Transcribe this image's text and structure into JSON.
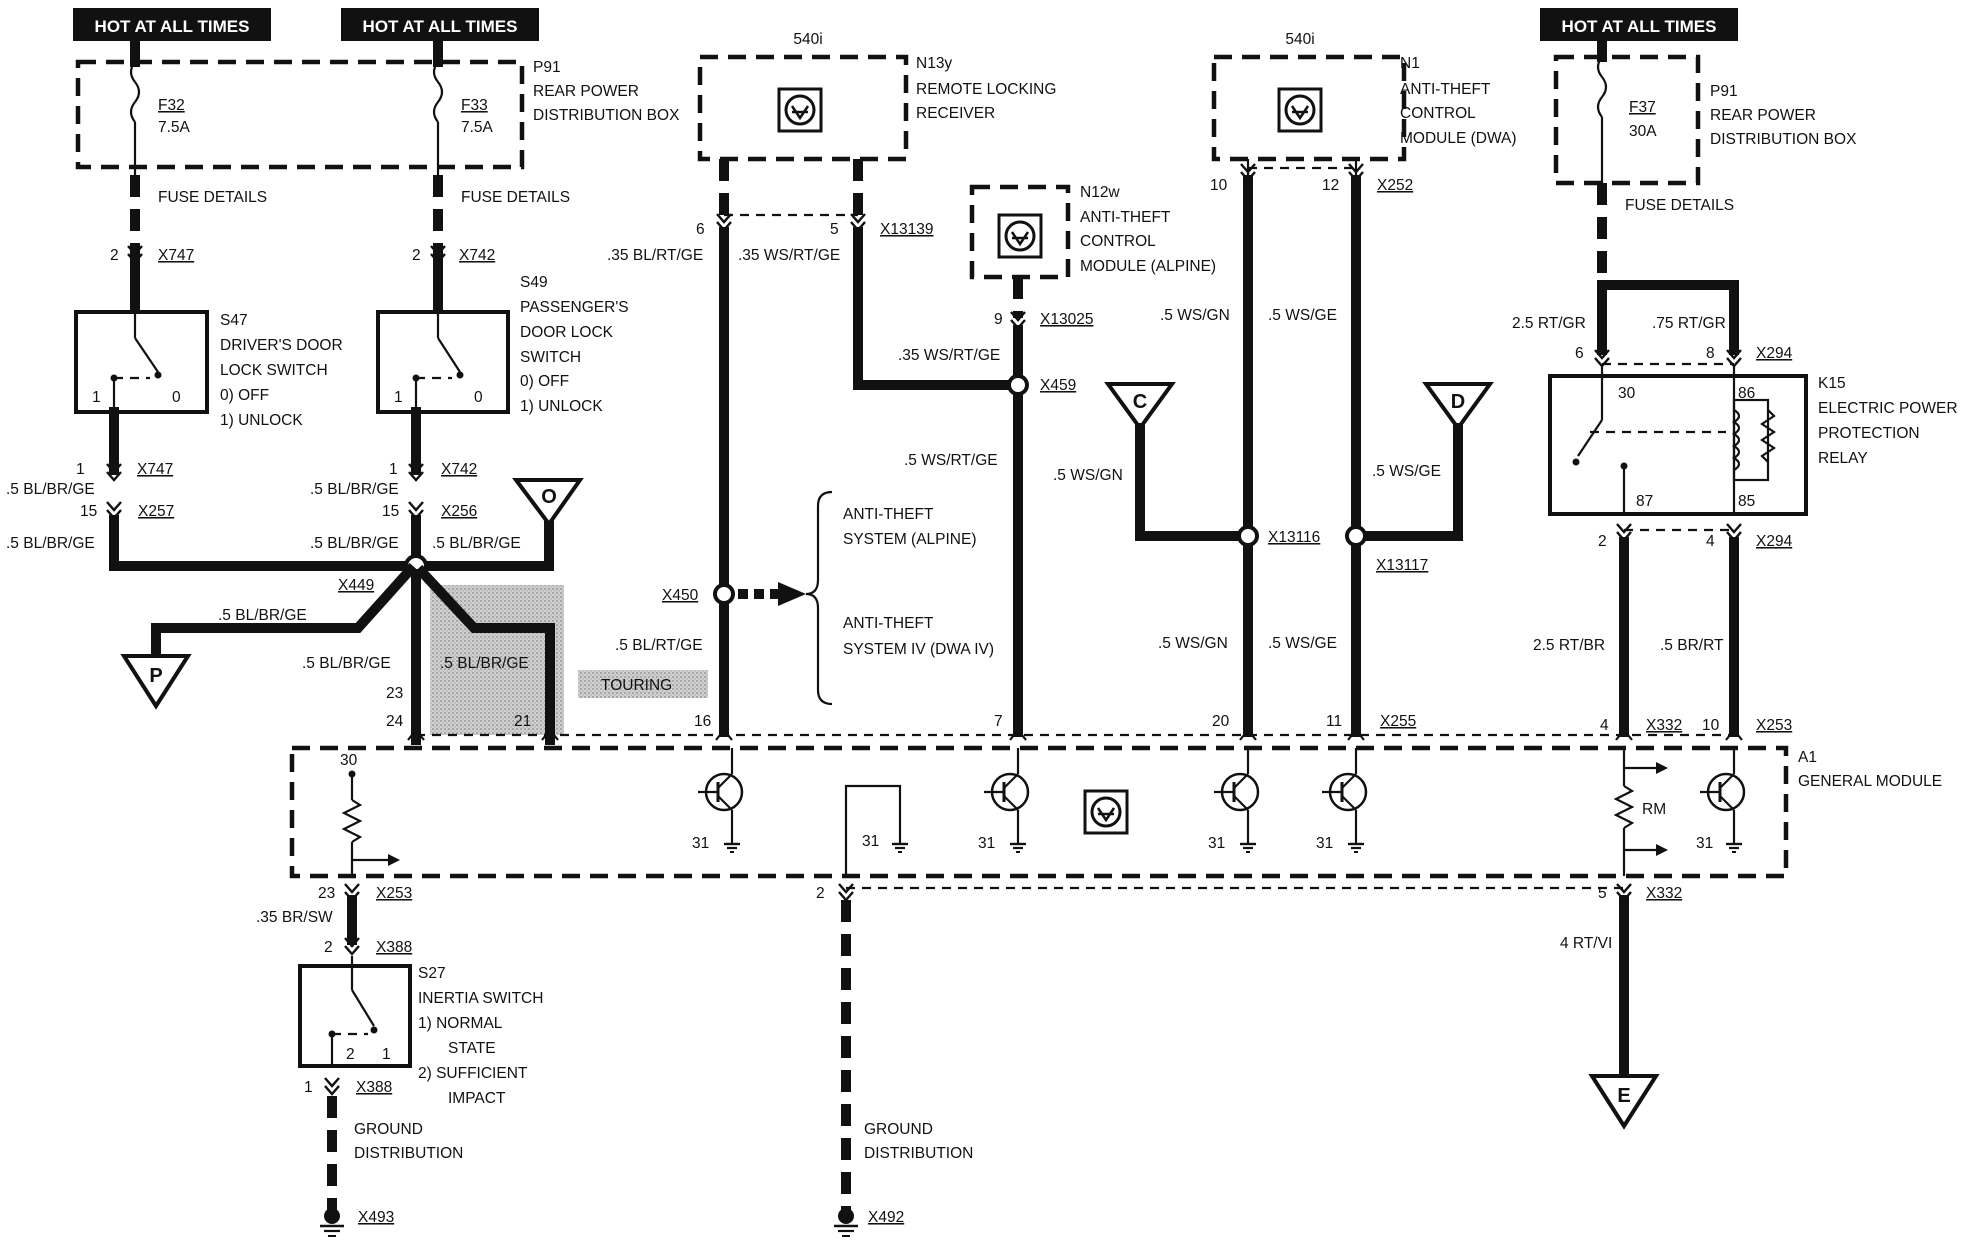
{
  "power": {
    "hot_left1": "HOT AT ALL TIMES",
    "hot_left2": "HOT AT ALL TIMES",
    "hot_right": "HOT AT ALL TIMES"
  },
  "fuse_box_left": {
    "fuse1_name": "F32",
    "fuse1_rating": "7.5A",
    "fuse2_name": "F33",
    "fuse2_rating": "7.5A",
    "code": "P91",
    "line1": "REAR POWER",
    "line2": "DISTRIBUTION BOX",
    "details1": "FUSE DETAILS",
    "details2": "FUSE DETAILS"
  },
  "fuse_box_right": {
    "fuse_name": "F37",
    "fuse_rating": "30A",
    "code": "P91",
    "line1": "REAR POWER",
    "line2": "DISTRIBUTION BOX",
    "details": "FUSE DETAILS"
  },
  "s47": {
    "code": "S47",
    "line1": "DRIVER'S DOOR",
    "line2": "LOCK SWITCH",
    "pos0": "0)    OFF",
    "pos1": "1)    UNLOCK",
    "pin_a": "1",
    "pin_b": "0"
  },
  "s49": {
    "code": "S49",
    "line1": "PASSENGER'S",
    "line2": "DOOR LOCK",
    "line3": "SWITCH",
    "pos0": "0)    OFF",
    "pos1": "1)    UNLOCK",
    "pin_a": "1",
    "pin_b": "0"
  },
  "n13y": {
    "variant": "540i",
    "code": "N13y",
    "line1": "REMOTE LOCKING",
    "line2": "RECEIVER"
  },
  "n12w": {
    "code": "N12w",
    "line1": "ANTI-THEFT",
    "line2": "CONTROL",
    "line3": "MODULE (ALPINE)"
  },
  "n1": {
    "variant": "540i",
    "code": "N1",
    "line1": "ANTI-THEFT",
    "line2": "CONTROL",
    "line3": "MODULE (DWA)"
  },
  "k15": {
    "code": "K15",
    "line1": "ELECTRIC POWER",
    "line2": "PROTECTION",
    "line3": "RELAY",
    "pin30": "30",
    "pin86": "86",
    "pin87": "87",
    "pin85": "85"
  },
  "a1": {
    "code": "A1",
    "name": "GENERAL MODULE",
    "pin30": "30",
    "rm": "RM"
  },
  "s27": {
    "code": "S27",
    "line1": "INERTIA SWITCH",
    "pos1a": "1)    NORMAL",
    "pos1b": "STATE",
    "pos2a": "2)    SUFFICIENT",
    "pos2b": "IMPACT",
    "pin2": "2",
    "pin1": "1"
  },
  "anti_theft": {
    "alpine1": "ANTI-THEFT",
    "alpine2": "SYSTEM (ALPINE)",
    "dwa1": "ANTI-THEFT",
    "dwa2": "SYSTEM IV (DWA IV)"
  },
  "touring": "TOURING",
  "ground": {
    "left1": "GROUND",
    "left2": "DISTRIBUTION",
    "mid1": "GROUND",
    "mid2": "DISTRIBUTION",
    "x493": "X493",
    "x492": "X492"
  },
  "offpage": {
    "O": "O",
    "P": "P",
    "C": "C",
    "D": "D",
    "E": "E"
  },
  "wires": {
    "w_bl_br_ge_a": ".5 BL/BR/GE",
    "w_bl_br_ge_b": ".5 BL/BR/GE",
    "w_bl_br_ge_c": ".5 BL/BR/GE",
    "w_bl_br_ge_d": ".5 BL/BR/GE",
    "w_bl_br_ge_e": ".5 BL/BR/GE",
    "w_bl_br_ge_f": ".5 BL/BR/GE",
    "w_bl_br_ge_g": ".5 BL/BR/GE",
    "w_bl_br_ge_h": ".5 BL/BR/GE",
    "w_35_bl_rt_ge": ".35 BL/RT/GE",
    "w_35_ws_rt_ge": ".35 WS/RT/GE",
    "w_35_ws_rt_ge2": ".35 WS/RT/GE",
    "w_5_ws_rt_ge": ".5 WS/RT/GE",
    "w_5_bl_rt_ge": ".5 BL/RT/GE",
    "w_ws_gn1": ".5 WS/GN",
    "w_ws_ge1": ".5 WS/GE",
    "w_ws_gn2": ".5 WS/GN",
    "w_ws_ge2": ".5 WS/GE",
    "w_ws_gn3": ".5 WS/GN",
    "w_ws_ge3": ".5 WS/GE",
    "w_25_rt_gr": "2.5 RT/GR",
    "w_75_rt_gr": ".75 RT/GR",
    "w_25_rt_br": "2.5 RT/BR",
    "w_5_br_rt": ".5 BR/RT",
    "w_35_br_sw": ".35 BR/SW",
    "w_4_rt_vi": "4 RT/VI"
  },
  "connectors": {
    "x747a": "X747",
    "x742a": "X742",
    "x747b": "X747",
    "x742b": "X742",
    "x257": "X257",
    "x256": "X256",
    "x449": "X449",
    "x13139": "X13139",
    "x13025": "X13025",
    "x459": "X459",
    "x450": "X450",
    "x252": "X252",
    "x13116": "X13116",
    "x13117": "X13117",
    "x255": "X255",
    "x294a": "X294",
    "x294b": "X294",
    "x332a": "X332",
    "x253a": "X253",
    "x253b": "X253",
    "x388a": "X388",
    "x388b": "X388",
    "x332b": "X332"
  },
  "pins": {
    "p2a": "2",
    "p2b": "2",
    "p1a": "1",
    "p1b": "1",
    "p15a": "15",
    "p15b": "15",
    "p6": "6",
    "p5": "5",
    "p9": "9",
    "p10": "10",
    "p12": "12",
    "p6r": "6",
    "p8r": "8",
    "p2r": "2",
    "p4r": "4",
    "p23": "23",
    "p24": "24",
    "p21": "21",
    "p16": "16",
    "p7": "7",
    "p20": "20",
    "p11": "11",
    "p4": "4",
    "p10b": "10",
    "p23b": "23",
    "p2s": "2",
    "p1s": "1",
    "p2g": "2",
    "p5g": "5",
    "g31a": "31",
    "g31b": "31",
    "g31c": "31",
    "g31d": "31",
    "g31e": "31",
    "g31f": "31"
  }
}
